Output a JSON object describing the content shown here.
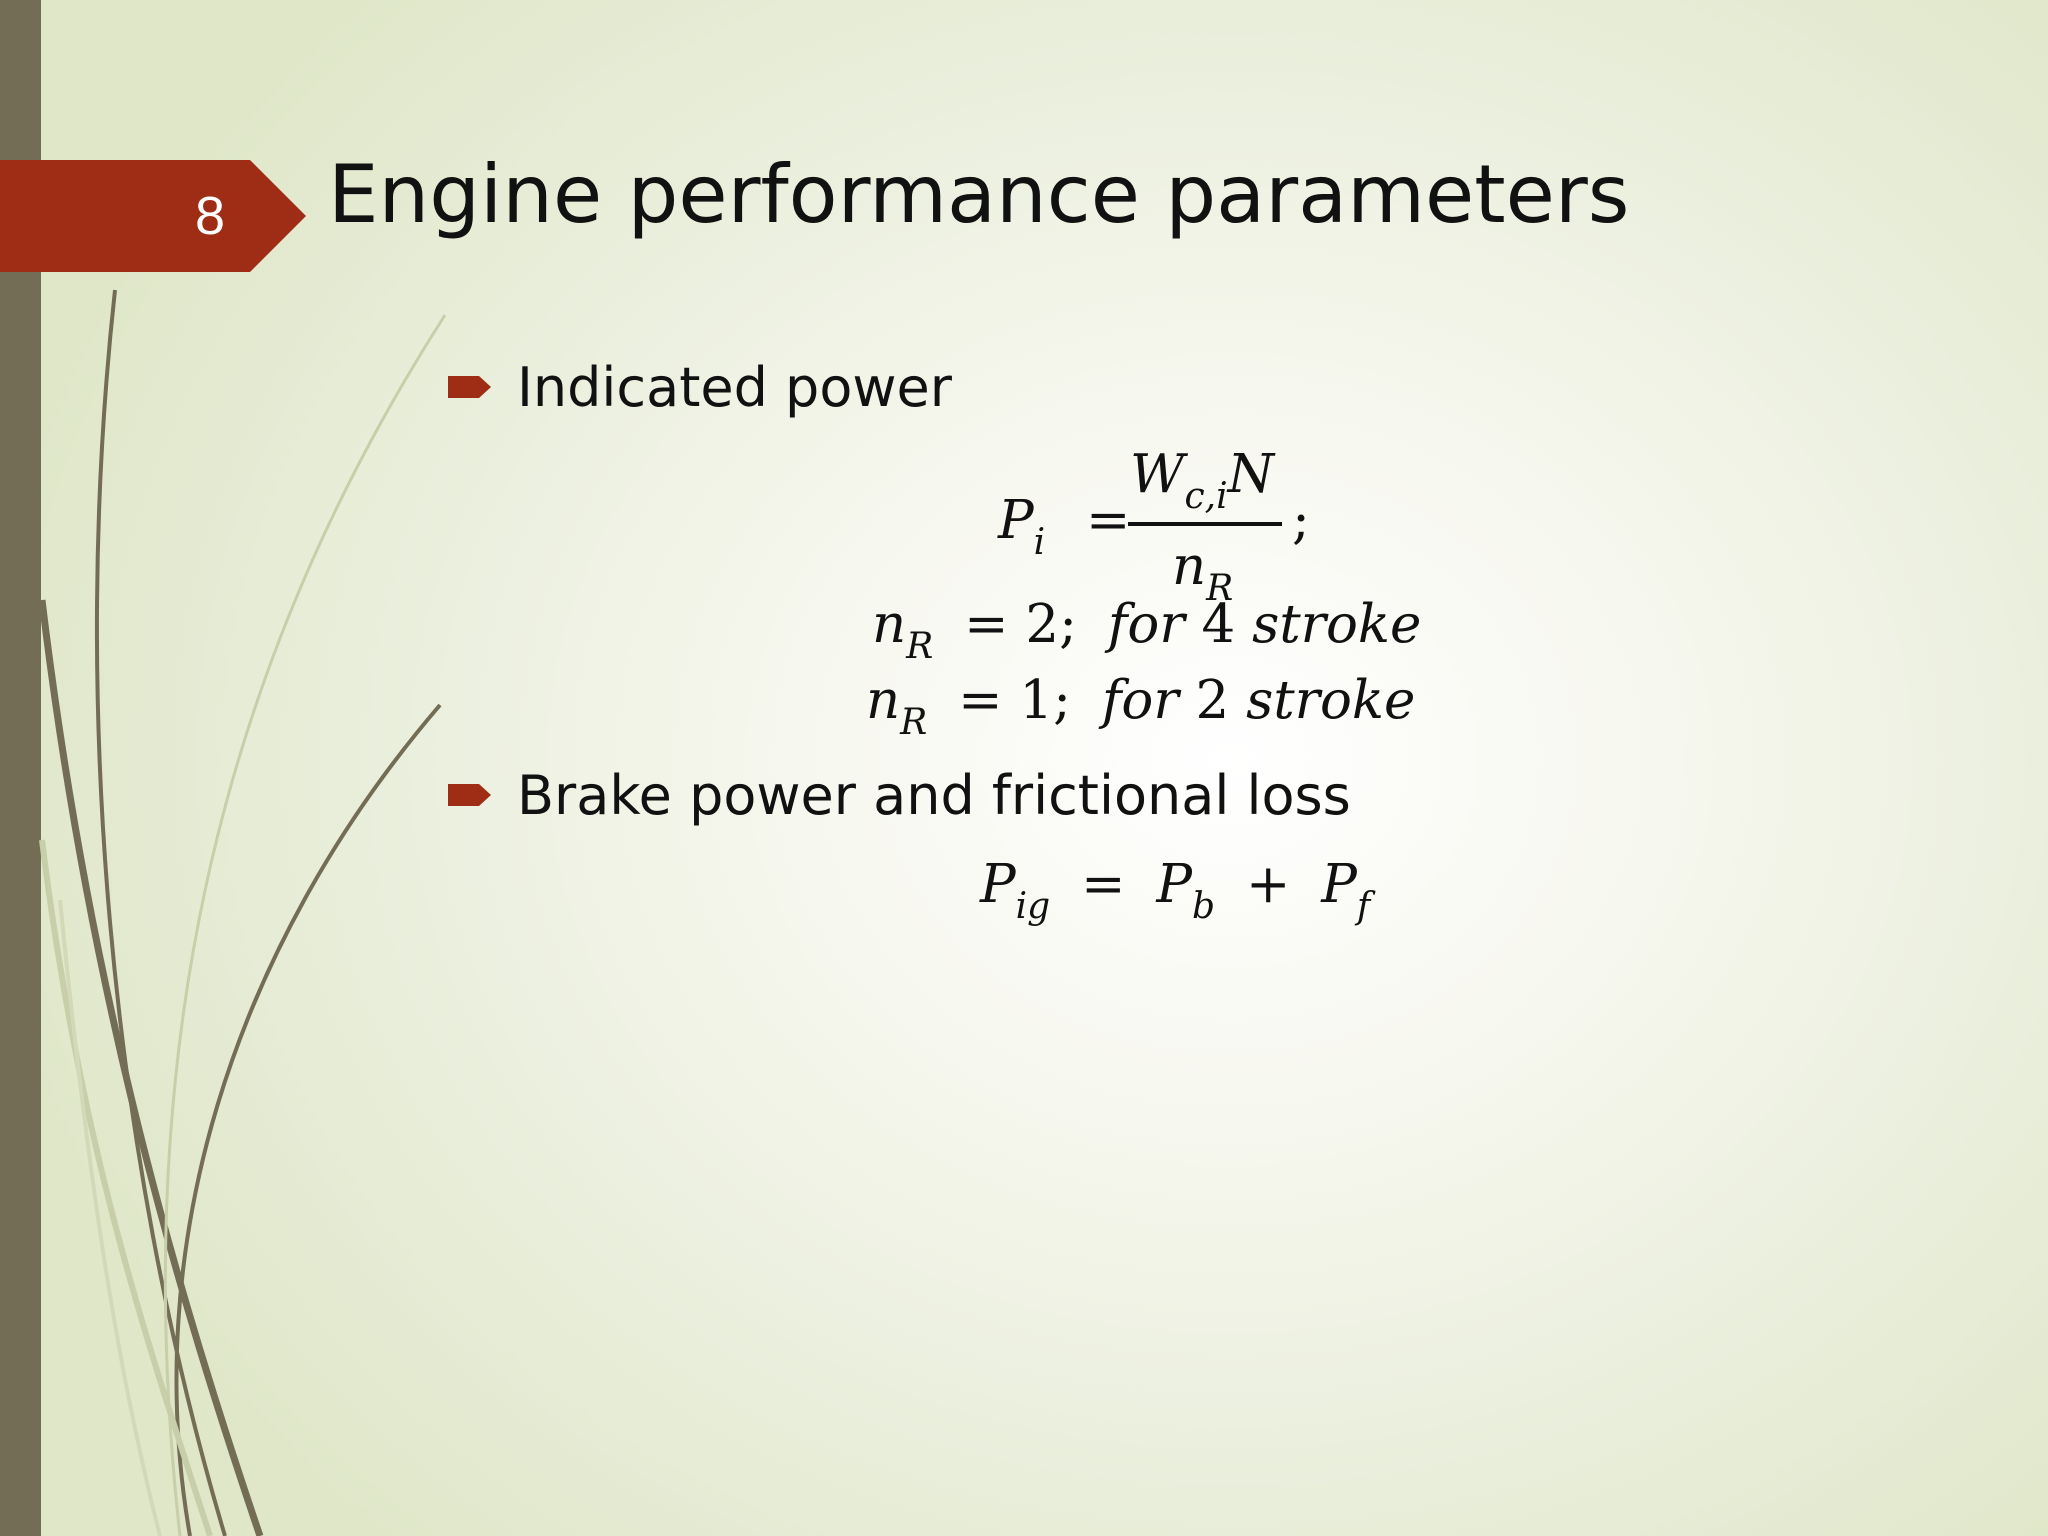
{
  "slide": {
    "number": "8",
    "title": "Engine performance parameters",
    "colors": {
      "accent": "#9f2c14",
      "sidebar": "#736d55",
      "background": "#eef1e2"
    }
  },
  "bullets": [
    {
      "icon": "arrow-right-icon",
      "text": "Indicated power"
    },
    {
      "icon": "arrow-right-icon",
      "text": "Brake power and frictional loss"
    }
  ],
  "equations": {
    "indicated_power": {
      "lhs": "P",
      "lhs_sub": "i",
      "equals": "=",
      "numerator": "W",
      "numerator_sub": "c,i",
      "numerator_tail": "N",
      "denominator": "n",
      "denominator_sub": "R",
      "terminator": ";"
    },
    "four_stroke": {
      "var": "n",
      "sub": "R",
      "rhs": "= 2;",
      "for": "for",
      "num": "4",
      "word": "stroke"
    },
    "two_stroke": {
      "var": "n",
      "sub": "R",
      "rhs": "= 1;",
      "for": "for",
      "num": "2",
      "word": "stroke"
    },
    "brake_power": {
      "lhs": "P",
      "lhs_sub": "ig",
      "equals": "=",
      "term1": "P",
      "term1_sub": "b",
      "plus": "+",
      "term2": "P",
      "term2_sub": "f"
    }
  }
}
